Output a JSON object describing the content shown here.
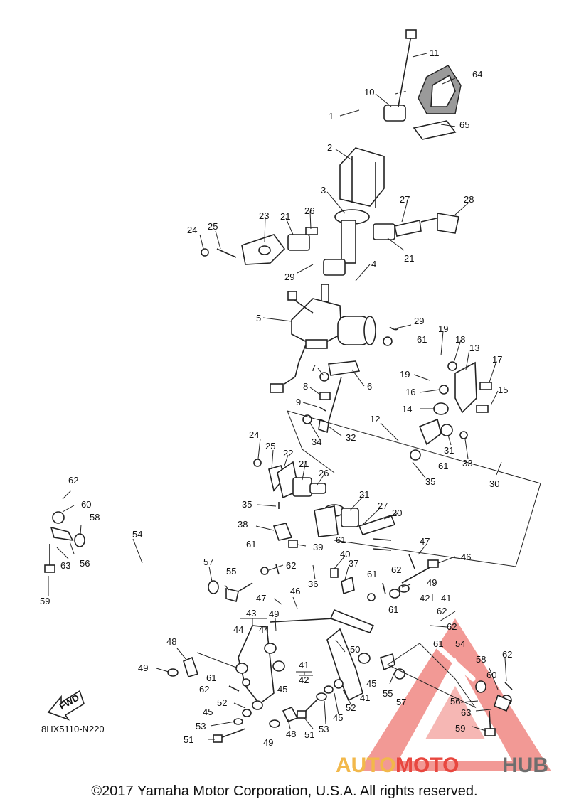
{
  "diagram": {
    "callouts": {
      "c1": "1",
      "c2": "2",
      "c3": "3",
      "c4": "4",
      "c5": "5",
      "c6": "6",
      "c7": "7",
      "c8": "8",
      "c9": "9",
      "c10": "10",
      "c11": "11",
      "c12": "12",
      "c13": "13",
      "c14": "14",
      "c15": "15",
      "c16": "16",
      "c17": "17",
      "c18": "18",
      "c19a": "19",
      "c19b": "19",
      "c20": "20",
      "c21a": "21",
      "c21b": "21",
      "c21c": "21",
      "c21d": "21",
      "c22": "22",
      "c23": "23",
      "c24a": "24",
      "c24b": "24",
      "c25a": "25",
      "c25b": "25",
      "c26a": "26",
      "c26b": "26",
      "c27a": "27",
      "c27b": "27",
      "c28": "28",
      "c29a": "29",
      "c29b": "29",
      "c30": "30",
      "c31": "31",
      "c32": "32",
      "c33": "33",
      "c34": "34",
      "c35a": "35",
      "c35b": "35",
      "c36": "36",
      "c37": "37",
      "c38": "38",
      "c39": "39",
      "c40": "40",
      "c41a": "41",
      "c41b": "41",
      "c41c": "41",
      "c42a": "42",
      "c42b": "42",
      "c43": "43",
      "c44a": "44",
      "c44b": "44",
      "c45a": "45",
      "c45b": "45",
      "c45c": "45",
      "c45d": "45",
      "c46a": "46",
      "c46b": "46",
      "c47a": "47",
      "c47b": "47",
      "c48a": "48",
      "c48b": "48",
      "c49a": "49",
      "c49b": "49",
      "c49c": "49",
      "c49d": "49",
      "c50": "50",
      "c51a": "51",
      "c51b": "51",
      "c52a": "52",
      "c52b": "52",
      "c53a": "53",
      "c53b": "53",
      "c54a": "54",
      "c54b": "54",
      "c55a": "55",
      "c55b": "55",
      "c56a": "56",
      "c56b": "56",
      "c57a": "57",
      "c57b": "57",
      "c58a": "58",
      "c58b": "58",
      "c59a": "59",
      "c59b": "59",
      "c60a": "60",
      "c60b": "60",
      "c61a": "61",
      "c61b": "61",
      "c61c": "61",
      "c61d": "61",
      "c61e": "61",
      "c61f": "61",
      "c61g": "61",
      "c61h": "61",
      "c62a": "62",
      "c62b": "62",
      "c62c": "62",
      "c62d": "62",
      "c62e": "62",
      "c62f": "62",
      "c62g": "62",
      "c63a": "63",
      "c63b": "63",
      "c64": "64",
      "c65": "65"
    },
    "fwd_label": "FWD",
    "diagram_code": "8HX5110-N220"
  },
  "watermark": {
    "part1": "AUTO",
    "part2": "MOTO",
    "part3": "HUB",
    "colors": {
      "auto": "#f2b84b",
      "moto": "#e8473f",
      "hub": "#6e6e6e",
      "logo": "#e8473f"
    }
  },
  "copyright": "©2017 Yamaha Motor Corporation, U.S.A. All rights reserved."
}
